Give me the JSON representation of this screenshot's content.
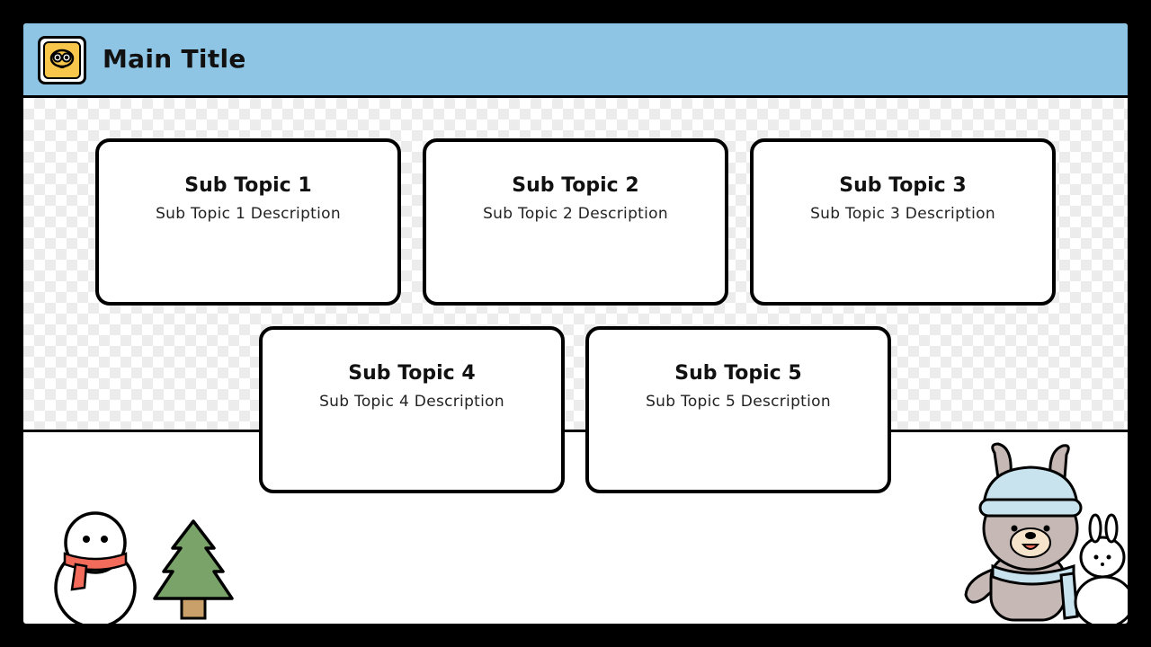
{
  "header": {
    "title": "Main Title",
    "logo_icon": "smiley-face-icon",
    "background_color": "#8ec5e4"
  },
  "cards": [
    {
      "title": "Sub Topic 1",
      "description": "Sub Topic 1 Description"
    },
    {
      "title": "Sub Topic 2",
      "description": "Sub Topic 2 Description"
    },
    {
      "title": "Sub Topic 3",
      "description": "Sub Topic 3 Description"
    },
    {
      "title": "Sub Topic 4",
      "description": "Sub Topic 4 Description"
    },
    {
      "title": "Sub Topic 5",
      "description": "Sub Topic 5 Description"
    }
  ],
  "decorations": {
    "left": [
      "snowman-icon",
      "pine-tree-icon"
    ],
    "right": [
      "bear-in-winter-hat-icon",
      "snow-bunny-icon"
    ]
  },
  "colors": {
    "frame": "#000000",
    "accent_yellow": "#f7c64a",
    "tree_green": "#7aa36a",
    "scarf_red": "#f26b5b",
    "hat_blue": "#c9e3ee"
  }
}
